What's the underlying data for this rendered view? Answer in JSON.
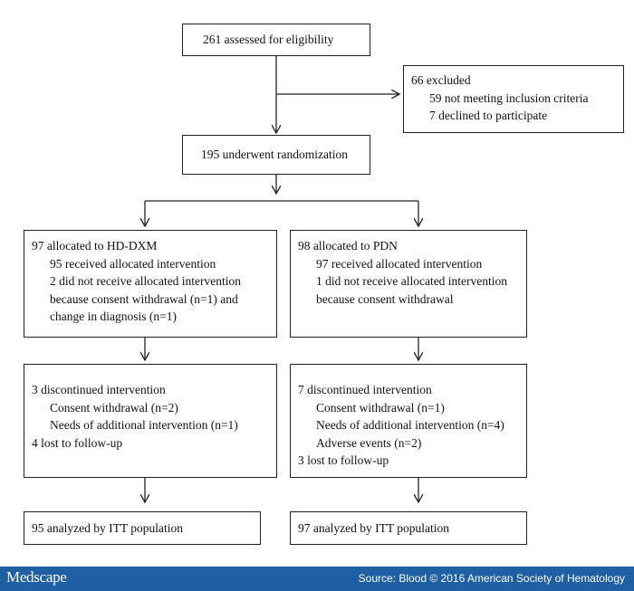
{
  "flowchart": {
    "assessed": "261 assessed for eligibility",
    "excluded": {
      "title": "66 excluded",
      "reasons": [
        "59 not meeting inclusion criteria",
        "7 declined to participate"
      ]
    },
    "randomized": "195 underwent randomization",
    "left": {
      "allocation": {
        "title": "97 allocated to HD-DXM",
        "lines": [
          "95 received allocated intervention",
          "2 did not receive allocated intervention",
          "because consent withdrawal (n=1) and",
          "change in diagnosis (n=1)"
        ]
      },
      "followup": {
        "title": "3 discontinued intervention",
        "lines": [
          "Consent withdrawal (n=2)",
          "Needs of additional intervention (n=1)"
        ],
        "lost": "4 lost to follow-up"
      },
      "analysis": "95 analyzed by ITT population"
    },
    "right": {
      "allocation": {
        "title": "98 allocated to PDN",
        "lines": [
          "97 received allocated intervention",
          "1 did not receive allocated intervention",
          "because consent withdrawal"
        ]
      },
      "followup": {
        "title": "7 discontinued intervention",
        "lines": [
          "Consent withdrawal (n=1)",
          "Needs of additional intervention (n=4)",
          "Adverse events (n=2)"
        ],
        "lost": "3 lost to follow-up"
      },
      "analysis": "97 analyzed by ITT population"
    }
  },
  "footer": {
    "brand": "Medscape",
    "source": "Source: Blood © 2016 American Society of Hematology"
  },
  "colors": {
    "footer_bg": "#1f5fa3",
    "line": "#222222"
  }
}
